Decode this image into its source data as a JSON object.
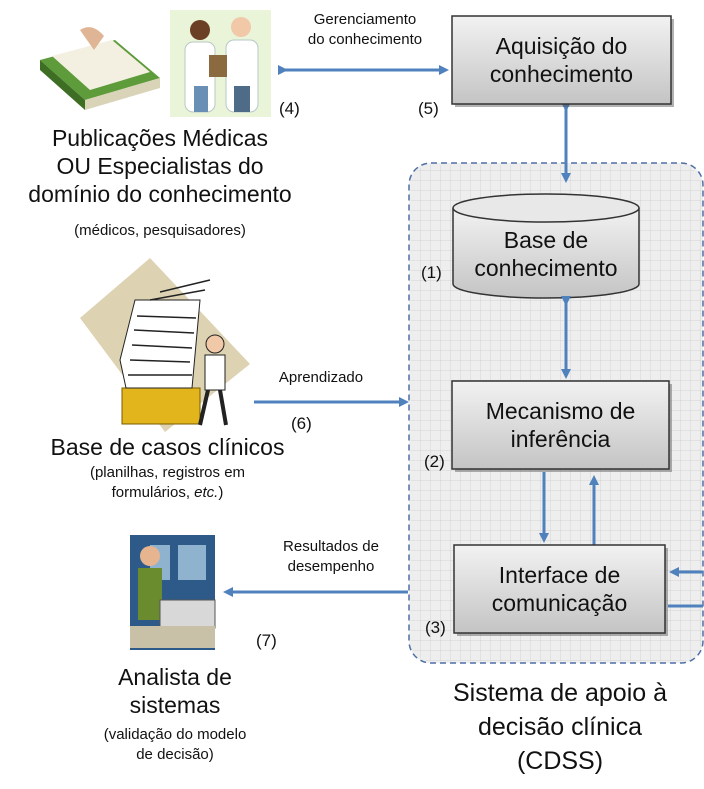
{
  "boxes": {
    "acquisition": [
      "Aquisição do",
      "conhecimento"
    ],
    "knowledge_base": [
      "Base de",
      "conhecimento"
    ],
    "inference": [
      "Mecanismo de",
      "inferência"
    ],
    "interface": [
      "Interface de",
      "comunicação"
    ]
  },
  "numbers": {
    "n1": "(1)",
    "n2": "(2)",
    "n3": "(3)",
    "n4": "(4)",
    "n5": "(5)",
    "n6": "(6)",
    "n7": "(7)"
  },
  "arrows": {
    "knowledge_management": [
      "Gerenciamento",
      "do conhecimento"
    ],
    "learning": "Aprendizado",
    "performance": [
      "Resultados de",
      "desempenho"
    ]
  },
  "sources": {
    "publications": {
      "title": [
        "Publicações Médicas",
        "OU Especialistas do",
        "domínio do conhecimento"
      ],
      "note": "(médicos, pesquisadores)"
    },
    "cases": {
      "title": "Base de casos clínicos",
      "note": [
        "(planilhas, registros em",
        "formulários, ",
        "etc.",
        ")"
      ]
    },
    "analyst": {
      "title": [
        "Analista de",
        "sistemas"
      ],
      "note": [
        "(validação do modelo",
        "de decisão)"
      ]
    }
  },
  "cdss": [
    "Sistema de apoio à",
    "decisão clínica",
    "(CDSS)"
  ],
  "colors": {
    "arrow": "#4f81bd",
    "dashed": "#4f6fa5",
    "panel": "#ececec"
  }
}
